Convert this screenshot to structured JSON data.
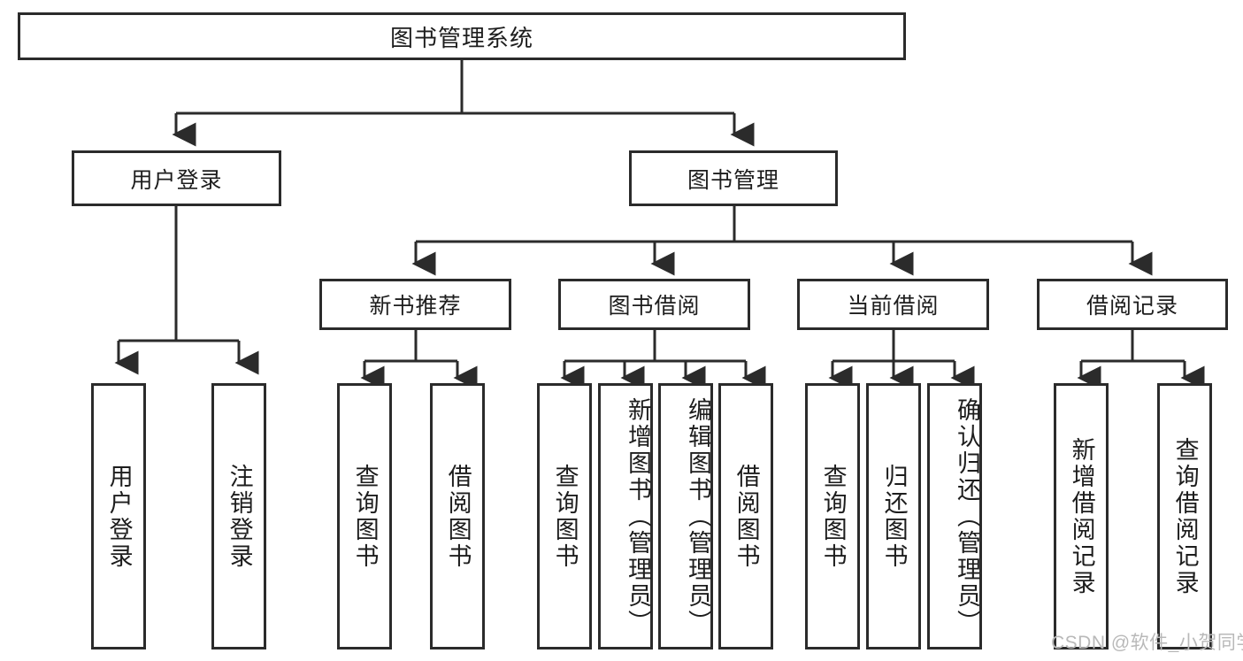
{
  "diagram": {
    "type": "hierarchy-tree",
    "title": "图书管理系统",
    "root": {
      "label": "图书管理系统"
    },
    "level2": [
      {
        "label": "用户登录"
      },
      {
        "label": "图书管理"
      }
    ],
    "level3": [
      {
        "label": "新书推荐"
      },
      {
        "label": "图书借阅"
      },
      {
        "label": "当前借阅"
      },
      {
        "label": "借阅记录"
      }
    ],
    "leaves": {
      "user_login": [
        {
          "label": "用户登录"
        },
        {
          "label": "注销登录"
        }
      ],
      "new_book_recommend": [
        {
          "label": "查询图书"
        },
        {
          "label": "借阅图书"
        }
      ],
      "book_borrow": [
        {
          "label": "查询图书"
        },
        {
          "label": "新增图书（管理员）"
        },
        {
          "label": "编辑图书（管理员）"
        },
        {
          "label": "借阅图书"
        }
      ],
      "current_borrow": [
        {
          "label": "查询图书"
        },
        {
          "label": "归还图书"
        },
        {
          "label": "确认归还（管理员）"
        }
      ],
      "borrow_record": [
        {
          "label": "新增借阅记录"
        },
        {
          "label": "查询借阅记录"
        }
      ]
    }
  },
  "watermark": {
    "text": "CSDN @软件_小贺同学"
  },
  "colors": {
    "border": "#2b2b2b",
    "text": "#1d1d1d",
    "background": "#ffffff",
    "watermark": "#b9b9b9"
  }
}
